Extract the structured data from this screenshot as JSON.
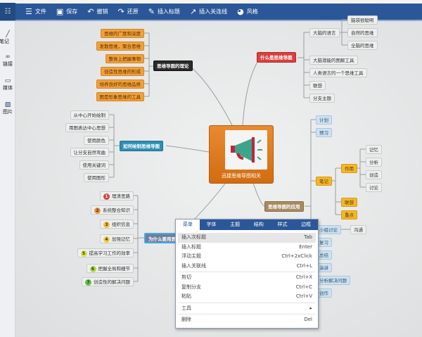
{
  "toolbar": {
    "items": [
      {
        "icon": "menu-icon",
        "label": "文件"
      },
      {
        "icon": "save-icon",
        "label": "保存"
      },
      {
        "icon": "undo-icon",
        "label": "撤销"
      },
      {
        "icon": "redo-icon",
        "label": "还原"
      },
      {
        "icon": "insert-topic-icon",
        "label": "插入标题"
      },
      {
        "icon": "insert-relation-icon",
        "label": "插入关连线"
      },
      {
        "icon": "palette-icon",
        "label": "风格"
      }
    ]
  },
  "sidebar": {
    "items": [
      {
        "icon": "pen-icon",
        "label": "笔记"
      },
      {
        "icon": "link-icon",
        "label": "链接"
      },
      {
        "icon": "media-icon",
        "label": "媒体"
      },
      {
        "icon": "image-icon",
        "label": "图片"
      }
    ]
  },
  "mindmap": {
    "center": "迅捷思维导图相关",
    "theory": {
      "title": "思维导图的理论",
      "items": [
        "思维的广度和深度",
        "发散思维，聚合思维",
        "整体上把握事物",
        "创造性思维的形成",
        "培养良好的思维品质",
        "图是形象思维的工具"
      ]
    },
    "what": {
      "title": "什么是思维导图",
      "items": [
        "大脑的语言",
        "大脑潜能的图解工具",
        "人类语言的一个思维工具",
        "联想",
        "分支主题"
      ],
      "language_children": [
        "脑袋很聪明",
        "自然的思维",
        "全脑的思维"
      ]
    },
    "how": {
      "title": "如何绘制思维导图",
      "items": [
        "从中心开始绘制",
        "用图表达中心思想",
        "使用颜色",
        "让分支自然弯曲",
        "使用关键词",
        "使用图形"
      ]
    },
    "why": {
      "title": "为什么要用思维导图",
      "items": [
        "理清思路",
        "系统整合知识",
        "组织信息",
        "加强记忆",
        "提高学习工作的效率",
        "把握全局和细节",
        "创造性的解决问题"
      ]
    },
    "apply": {
      "title": "思维导图的应用",
      "items": [
        "计划",
        "预习",
        "笔记",
        "小组讨论",
        "复习",
        "总结",
        "演讲",
        "分析解决问题",
        "创作"
      ],
      "notes_children": [
        "作用",
        "联想",
        "重点"
      ],
      "use_children": [
        "记忆",
        "分析",
        "创造",
        "讨论"
      ],
      "group_child": "沟通"
    }
  },
  "context_menu": {
    "tabs": [
      "菜单",
      "字体",
      "主题",
      "结构",
      "样式",
      "边框"
    ],
    "active_tab": "菜单",
    "items": [
      {
        "label": "插入次标题",
        "shortcut": "Tab"
      },
      {
        "label": "插入标题",
        "shortcut": "Enter"
      },
      {
        "label": "浮动主题",
        "shortcut": "Ctrl+2xClick"
      },
      {
        "label": "插入关联线",
        "shortcut": "Ctrl+L"
      },
      {
        "label": "剪切",
        "shortcut": "Ctrl+X"
      },
      {
        "label": "复制分支",
        "shortcut": "Ctrl+C"
      },
      {
        "label": "粘贴",
        "shortcut": "Ctrl+V"
      },
      {
        "label": "工具",
        "shortcut": "▸"
      },
      {
        "label": "删除",
        "shortcut": "Del"
      }
    ]
  },
  "colors": {
    "toolbar": "#2b5798",
    "center": "#e07a20",
    "theory": "#2a2a2a",
    "what": "#d9403e",
    "how": "#2f8fb5",
    "apply": "#a88a62"
  }
}
